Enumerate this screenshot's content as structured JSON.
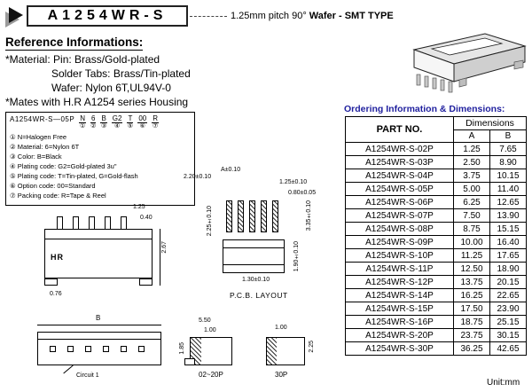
{
  "header": {
    "title": "A1254WR-S",
    "subtitle_plain": "1.25mm pitch 90° ",
    "subtitle_bold": "Wafer - SMT TYPE"
  },
  "reference": {
    "heading": "Reference Informations:",
    "line1": "*Material: Pin: Brass/Gold-plated",
    "line2": "Solder Tabs: Brass/Tin-plated",
    "line3": "Wafer: Nylon 6T,UL94V-0",
    "line4": "*Mates with H.R A1254 series Housing"
  },
  "legend": {
    "part": "A1254WR-S—05P",
    "codes": [
      {
        "code": "N",
        "num": "①"
      },
      {
        "code": "6",
        "num": "②"
      },
      {
        "code": "B",
        "num": "③"
      },
      {
        "code": "G2",
        "num": "④"
      },
      {
        "code": "T",
        "num": "⑤"
      },
      {
        "code": "00",
        "num": "⑥"
      },
      {
        "code": "R",
        "num": "⑦"
      }
    ],
    "items": [
      "① N=Halogen Free",
      "② Material: 6=Nylon 6T",
      "③ Color: B=Black",
      "④ Plating code: G2=Gold-plated 3u\"",
      "⑤ Plating code: T=Tin-plated, G=Gold-flash",
      "⑥ Option code: 00=Standard",
      "⑦ Packing code: R=Tape & Reel"
    ]
  },
  "drawings": {
    "front": {
      "pitch": "1.25",
      "pin_w": "0.40",
      "height": "2.67",
      "foot": "0.76",
      "logo": "HR"
    },
    "pcb": {
      "pad_h": "2.20±0.10",
      "span_a": "A±0.10",
      "pad_pitch": "1.25±0.10",
      "pad_w": "0.80±0.05",
      "d_225": "2.25±0.10",
      "d_335": "3.35±0.10",
      "d_190": "1.90±0.10",
      "d_130": "1.30±0.10",
      "label": "P.C.B. LAYOUT"
    },
    "bottom": {
      "dim_b": "B",
      "circuit": "Circuit 1"
    },
    "p0220": {
      "d_550": "5.50",
      "d_100": "1.00",
      "d_185": "1.85",
      "label": "02~20P"
    },
    "p30": {
      "d_100": "1.00",
      "d_225": "2.25",
      "label": "30P"
    }
  },
  "table": {
    "title": "Ordering Information & Dimensions:",
    "col_part": "PART NO.",
    "col_dims": "Dimensions",
    "col_a": "A",
    "col_b": "B",
    "unit": "Unit:mm",
    "rows": [
      {
        "part": "A1254WR-S-02P",
        "a": "1.25",
        "b": "7.65"
      },
      {
        "part": "A1254WR-S-03P",
        "a": "2.50",
        "b": "8.90"
      },
      {
        "part": "A1254WR-S-04P",
        "a": "3.75",
        "b": "10.15"
      },
      {
        "part": "A1254WR-S-05P",
        "a": "5.00",
        "b": "11.40"
      },
      {
        "part": "A1254WR-S-06P",
        "a": "6.25",
        "b": "12.65"
      },
      {
        "part": "A1254WR-S-07P",
        "a": "7.50",
        "b": "13.90"
      },
      {
        "part": "A1254WR-S-08P",
        "a": "8.75",
        "b": "15.15"
      },
      {
        "part": "A1254WR-S-09P",
        "a": "10.00",
        "b": "16.40"
      },
      {
        "part": "A1254WR-S-10P",
        "a": "11.25",
        "b": "17.65"
      },
      {
        "part": "A1254WR-S-11P",
        "a": "12.50",
        "b": "18.90"
      },
      {
        "part": "A1254WR-S-12P",
        "a": "13.75",
        "b": "20.15"
      },
      {
        "part": "A1254WR-S-14P",
        "a": "16.25",
        "b": "22.65"
      },
      {
        "part": "A1254WR-S-15P",
        "a": "17.50",
        "b": "23.90"
      },
      {
        "part": "A1254WR-S-16P",
        "a": "18.75",
        "b": "25.15"
      },
      {
        "part": "A1254WR-S-20P",
        "a": "23.75",
        "b": "30.15"
      },
      {
        "part": "A1254WR-S-30P",
        "a": "36.25",
        "b": "42.65"
      }
    ]
  }
}
